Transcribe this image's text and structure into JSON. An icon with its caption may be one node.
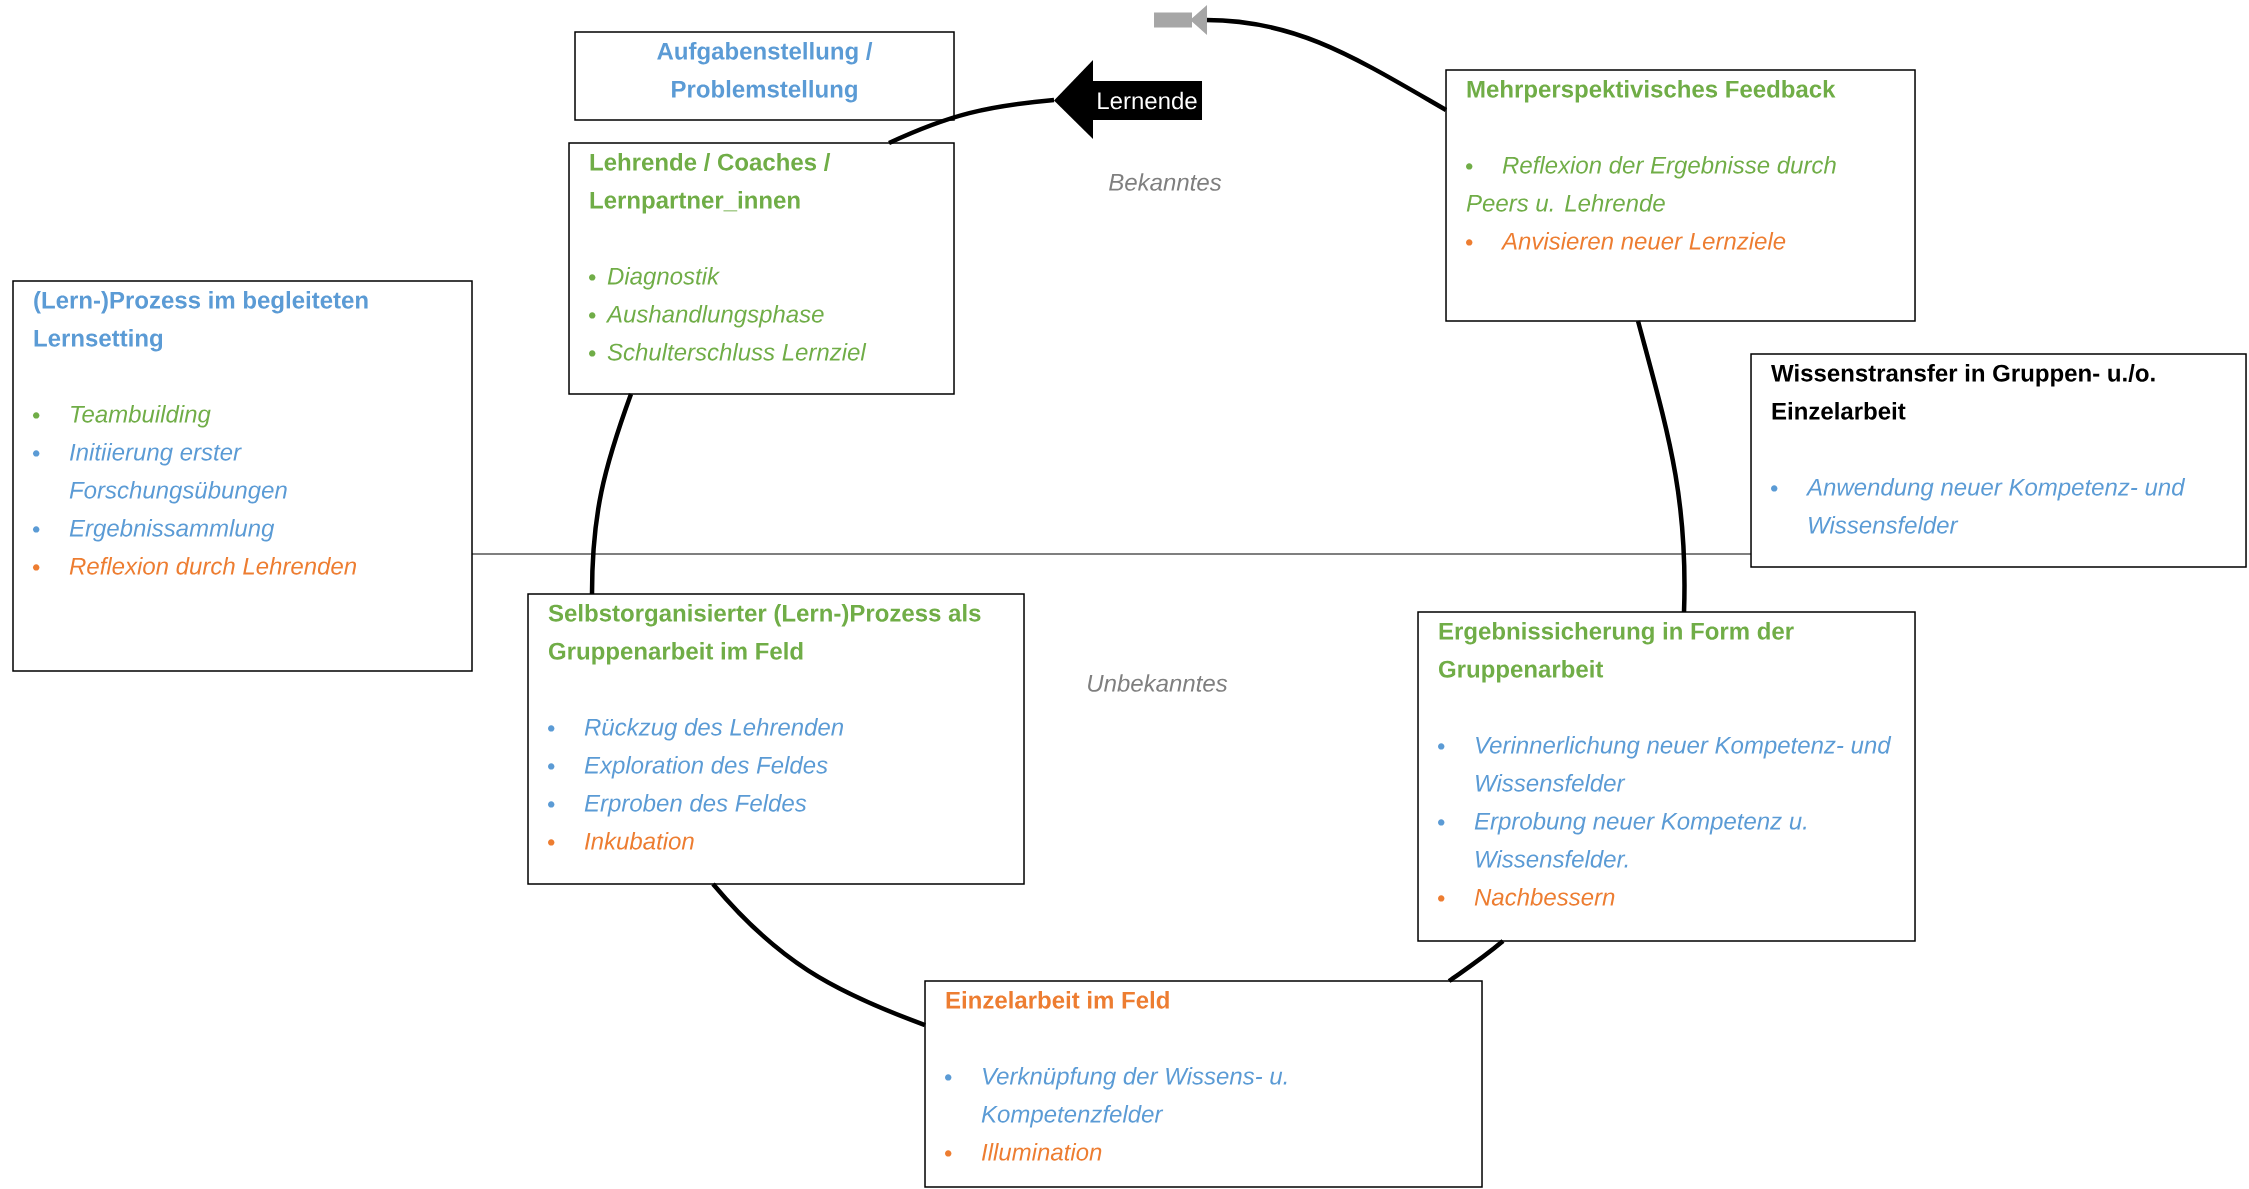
{
  "diagram": {
    "nodes": [
      {
        "text": [
          "Aufgabenstellung / Problemstellung"
        ]
      },
      {
        "text": [
          "Lernende"
        ]
      },
      {
        "text": [
          "Mehrperspektivisches Feedback",
          "Reflexion der Ergebnisse durch Peers u. Lehrende",
          "Anvisieren neuer Lernziele"
        ]
      },
      {
        "text": [
          "Lehrende / Coaches / Lernpartner_innen",
          "Diagnostik",
          "Aushandlungsphase",
          "Schulterschluss Lernziel"
        ]
      },
      {
        "text": [
          "(Lern-)Prozess im begleiteten Lernsetting",
          "Teambuilding",
          "Initiierung erster Forschungsübungen",
          "Ergebnissammlung",
          "Reflexion durch Lehrenden"
        ]
      },
      {
        "text": [
          "Wissenstransfer in Gruppen- u./o. Einzelarbeit",
          "Anwendung neuer Kompetenz- und Wissensfelder"
        ]
      },
      {
        "text": [
          "Selbstorganisierter (Lern-)Prozess als Gruppenarbeit im Feld",
          "Rückzug des Lehrenden",
          "Exploration des Feldes",
          "Erproben des Feldes",
          "Inkubation"
        ]
      },
      {
        "text": [
          "Ergebnissicherung in Form der Gruppenarbeit",
          "Verinnerlichung neuer Kompetenz- und Wissensfelder",
          "Erprobung neuer Kompetenz u. Wissensfelder.",
          "Nachbessern"
        ]
      },
      {
        "text": [
          "Einzelarbeit im Feld",
          "Verknüpfung der Wissens- u. Kompetenzfelder",
          "Illumination"
        ]
      }
    ],
    "edges": [
      {
        "from": 2,
        "to": null,
        "arrow": "to"
      },
      {
        "from": 1,
        "to": 3,
        "arrow": "none"
      },
      {
        "from": 3,
        "to": 6,
        "arrow": "none"
      },
      {
        "from": 6,
        "to": 8,
        "arrow": "none"
      },
      {
        "from": 8,
        "to": 7,
        "arrow": "none"
      },
      {
        "from": 7,
        "to": 2,
        "arrow": "none"
      },
      {
        "from": 4,
        "to": 5,
        "arrow": "none"
      }
    ],
    "labels": [
      "Bekanntes",
      "Unbekanntes"
    ]
  }
}
